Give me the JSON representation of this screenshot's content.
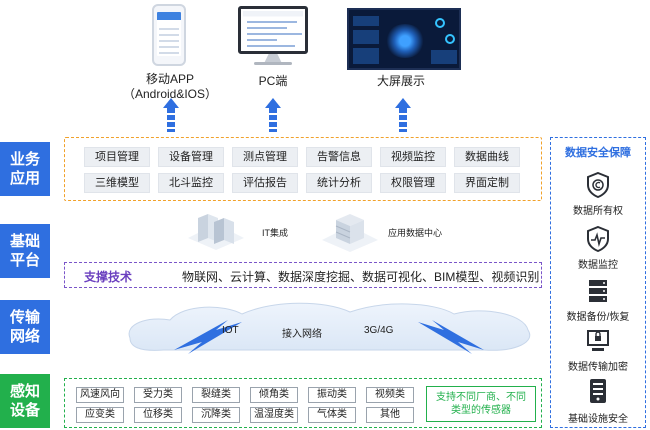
{
  "clients": {
    "mobile_label_1": "移动APP",
    "mobile_label_2": "（Android&IOS）",
    "pc_label": "PC端",
    "bigscreen_label": "大屏展示"
  },
  "layers": {
    "business": "业务应用",
    "platform": "基础平台",
    "transport": "传输网络",
    "sensing": "感知设备"
  },
  "business_modules": [
    "项目管理",
    "设备管理",
    "测点管理",
    "告警信息",
    "视频监控",
    "数据曲线",
    "三维模型",
    "北斗监控",
    "评估报告",
    "统计分析",
    "权限管理",
    "界面定制"
  ],
  "platform": {
    "iot_label": "IT集成",
    "datacenter_label": "应用数据中心",
    "tech_title": "支撑技术",
    "tech_list": "物联网、云计算、数据深度挖掘、数据可视化、BIM模型、视频识别"
  },
  "network": {
    "iot": "IOT",
    "access": "接入网络",
    "cellular": "3G/4G"
  },
  "sensors": [
    "风速风向",
    "受力类",
    "裂缝类",
    "倾角类",
    "振动类",
    "视频类",
    "应变类",
    "位移类",
    "沉降类",
    "温湿度类",
    "气体类",
    "其他"
  ],
  "sensor_note": "支持不同厂商、不同类型的传感器",
  "security": {
    "title": "数据安全保障",
    "items": [
      {
        "label": "数据所有权",
        "icon": "copyright-shield-icon"
      },
      {
        "label": "数据监控",
        "icon": "pulse-shield-icon"
      },
      {
        "label": "数据备份/恢复",
        "icon": "database-icon"
      },
      {
        "label": "数据传输加密",
        "icon": "lock-transfer-icon"
      },
      {
        "label": "基础设施安全",
        "icon": "server-icon"
      }
    ]
  },
  "colors": {
    "primary_blue": "#2f6fe0",
    "green": "#22b04c",
    "orange": "#f1a12a",
    "purple": "#7a55c9"
  }
}
